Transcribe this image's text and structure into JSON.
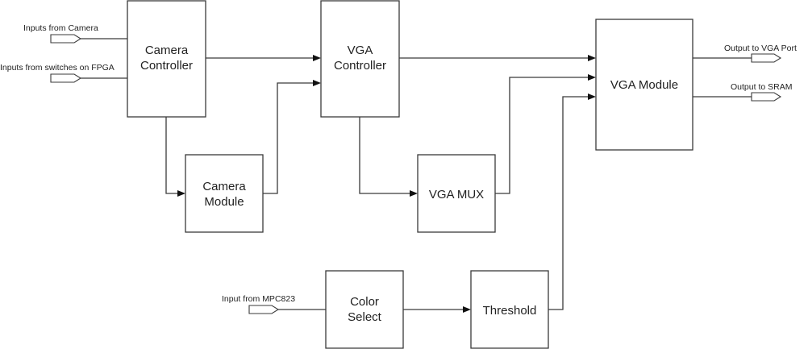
{
  "diagram": {
    "type": "block-diagram",
    "blocks": [
      {
        "id": "camera_controller",
        "lines": [
          "Camera",
          "Controller"
        ]
      },
      {
        "id": "vga_controller",
        "lines": [
          "VGA",
          "Controller"
        ]
      },
      {
        "id": "vga_module",
        "lines": [
          "VGA Module"
        ]
      },
      {
        "id": "camera_module",
        "lines": [
          "Camera",
          "Module"
        ]
      },
      {
        "id": "vga_mux",
        "lines": [
          "VGA MUX"
        ]
      },
      {
        "id": "color_select",
        "lines": [
          "Color",
          "Select"
        ]
      },
      {
        "id": "threshold",
        "lines": [
          "Threshold"
        ]
      }
    ],
    "ports": {
      "inputs_from_camera": "Inputs from Camera",
      "inputs_from_switches": "Inputs from switches on FPGA",
      "input_from_mpc823": "Input from MPC823",
      "output_to_vga_port": "Output to VGA Port",
      "output_to_sram": "Output to SRAM"
    },
    "connections": [
      {
        "from": "Inputs from Camera",
        "to": "camera_controller"
      },
      {
        "from": "Inputs from switches on FPGA",
        "to": "camera_controller"
      },
      {
        "from": "camera_controller",
        "to": "vga_controller"
      },
      {
        "from": "camera_controller",
        "to": "camera_module"
      },
      {
        "from": "camera_module",
        "to": "vga_controller"
      },
      {
        "from": "vga_controller",
        "to": "vga_module"
      },
      {
        "from": "vga_controller",
        "to": "vga_mux"
      },
      {
        "from": "vga_mux",
        "to": "vga_module"
      },
      {
        "from": "Input from MPC823",
        "to": "color_select"
      },
      {
        "from": "color_select",
        "to": "threshold"
      },
      {
        "from": "threshold",
        "to": "vga_module"
      },
      {
        "from": "vga_module",
        "to": "Output to VGA Port"
      },
      {
        "from": "vga_module",
        "to": "Output to SRAM"
      }
    ]
  }
}
